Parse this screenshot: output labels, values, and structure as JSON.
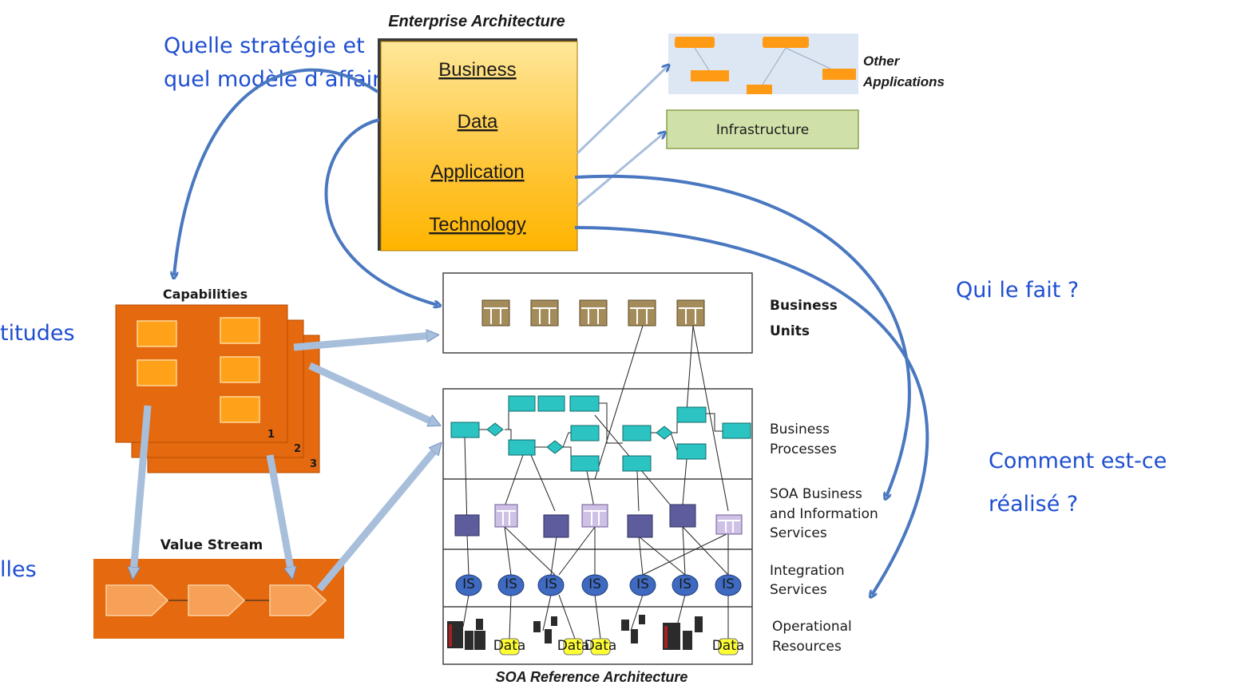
{
  "questions": {
    "strategy_line1": "Quelle stratégie et",
    "strategy_line2": "quel modèle d’affaire ?",
    "who": "Qui le fait ?",
    "how_line1": "Comment est-ce",
    "how_line2": "réalisé ?",
    "left_cut1": "titudes",
    "left_cut2": "lles"
  },
  "enterprise": {
    "title": "Enterprise Architecture",
    "layers": [
      "Business",
      "Data",
      "Application",
      "Technology"
    ]
  },
  "other_apps": {
    "line1": "Other",
    "line2": "Applications"
  },
  "infrastructure": "Infrastructure",
  "capabilities": {
    "title": "Capabilities",
    "stack_numbers": [
      "1",
      "2",
      "3"
    ]
  },
  "value_stream": "Value Stream",
  "soa": {
    "footer": "SOA Reference Architecture",
    "rows": [
      {
        "line1": "Business",
        "line2": "Units"
      },
      {
        "line1": "Business",
        "line2": "Processes"
      },
      {
        "line1": "SOA Business",
        "line2": "and Information",
        "line3": "Services"
      },
      {
        "line1": "Integration",
        "line2": "Services"
      },
      {
        "line1": "Operational",
        "line2": "Resources"
      }
    ],
    "is_label": "IS",
    "data_label": "Data"
  },
  "colors": {
    "question_blue": "#1f4fd1",
    "arrow_blue": "#4a78c0",
    "orange": "#e5690e",
    "box_orange": "#ff9a14",
    "teal": "#2cc3c3",
    "navy": "#5d5d9e",
    "is_blue": "#3e6bc1"
  }
}
